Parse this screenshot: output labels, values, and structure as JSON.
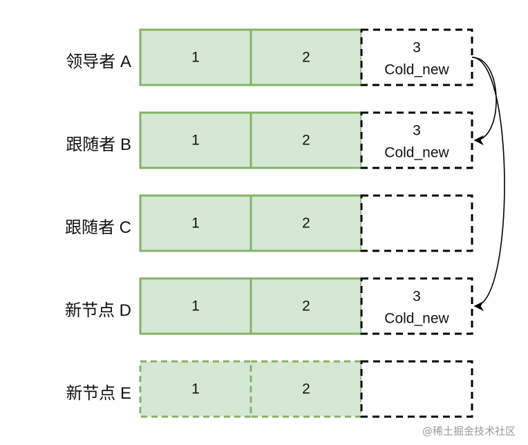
{
  "colors": {
    "committed_fill": "#d5e8d4",
    "committed_stroke": "#82b366",
    "pending_stroke": "#000000",
    "text": "#111111",
    "watermark": "#9a9a9a"
  },
  "rows": [
    {
      "label": "领导者 A",
      "entries": [
        {
          "text": "1",
          "state": "committed"
        },
        {
          "text": "2",
          "state": "committed"
        },
        {
          "line1": "3",
          "line2": "Cold_new",
          "state": "pending"
        }
      ]
    },
    {
      "label": "跟随者 B",
      "entries": [
        {
          "text": "1",
          "state": "committed"
        },
        {
          "text": "2",
          "state": "committed"
        },
        {
          "line1": "3",
          "line2": "Cold_new",
          "state": "pending"
        }
      ]
    },
    {
      "label": "跟随者 C",
      "entries": [
        {
          "text": "1",
          "state": "committed"
        },
        {
          "text": "2",
          "state": "committed"
        },
        {
          "line1": "",
          "line2": "",
          "state": "empty"
        }
      ]
    },
    {
      "label": "新节点 D",
      "entries": [
        {
          "text": "1",
          "state": "committed"
        },
        {
          "text": "2",
          "state": "committed"
        },
        {
          "line1": "3",
          "line2": "Cold_new",
          "state": "pending"
        }
      ]
    },
    {
      "label": "新节点 E",
      "entries": [
        {
          "text": "1",
          "state": "dashed-green"
        },
        {
          "text": "2",
          "state": "dashed-green"
        },
        {
          "line1": "",
          "line2": "",
          "state": "empty"
        }
      ]
    }
  ],
  "arrows": [
    {
      "from": "领导者 A",
      "to": "跟随者 B"
    },
    {
      "from": "领导者 A",
      "to": "新节点 D"
    }
  ],
  "watermark": "@稀土掘金技术社区"
}
